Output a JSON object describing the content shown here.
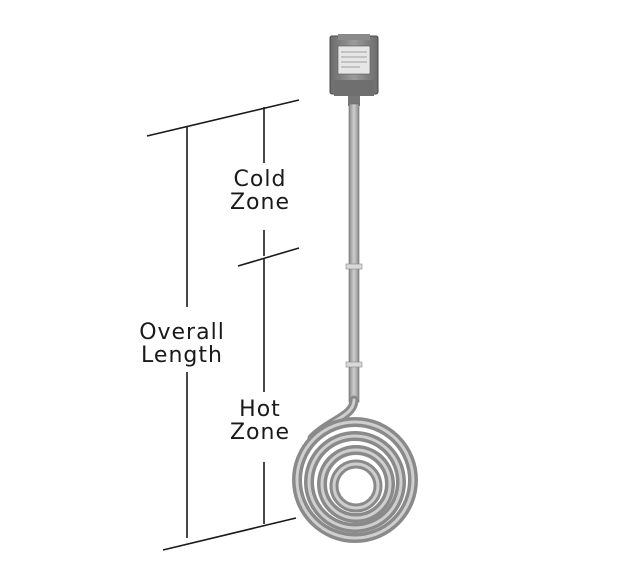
{
  "labels": {
    "cold_zone": [
      "Cold",
      "Zone"
    ],
    "hot_zone": [
      "Hot",
      "Zone"
    ],
    "overall_length": [
      "Overall",
      "Length"
    ]
  },
  "colors": {
    "line": "#1a1a1a",
    "heater_body": "#9a9a9a",
    "heater_highlight": "#c8c8c8",
    "terminal_box": "#7d7d7d",
    "label_plate": "#e6e6e6"
  }
}
